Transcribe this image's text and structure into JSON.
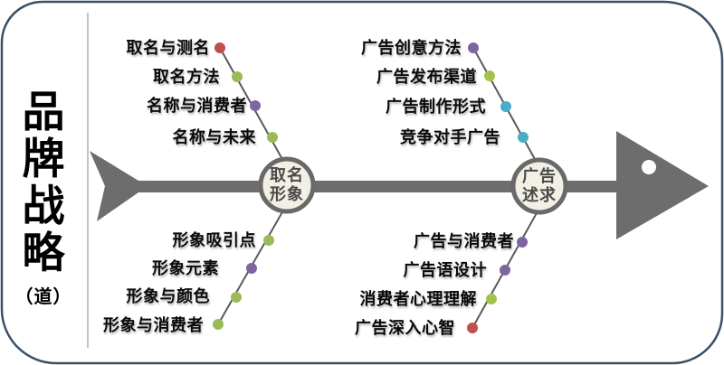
{
  "frame": {
    "border_color": "#3a5068",
    "divider_color": "#a9b2bf",
    "background": "#ffffff"
  },
  "title": {
    "text": "品牌战略",
    "subtitle": "（道）"
  },
  "spine": {
    "color": "#6d6d6d",
    "line_color": "#5a5a5a",
    "eye_color": "#ffffff"
  },
  "nodes_style": {
    "fill": "#f2f0e4",
    "stroke": "#696969"
  },
  "nodes": [
    {
      "label": "取名\n形象"
    },
    {
      "label": "广告\n述求"
    }
  ],
  "branches": {
    "top_left": {
      "items": [
        {
          "label": "取名与测名",
          "color": "#c0504d"
        },
        {
          "label": "取名方法",
          "color": "#9bbb59"
        },
        {
          "label": "名称与消费者",
          "color": "#8064a2"
        },
        {
          "label": "名称与未来",
          "color": "#9bbb59"
        }
      ]
    },
    "bottom_left": {
      "items": [
        {
          "label": "形象吸引点",
          "color": "#9bbb59"
        },
        {
          "label": "形象元素",
          "color": "#8064a2"
        },
        {
          "label": "形象与颜色",
          "color": "#9bbb59"
        },
        {
          "label": "形象与消费者",
          "color": "#9bbb59"
        }
      ]
    },
    "top_right": {
      "items": [
        {
          "label": "广告创意方法",
          "color": "#8064a2"
        },
        {
          "label": "广告发布渠道",
          "color": "#a5c24c"
        },
        {
          "label": "广告制作形式",
          "color": "#4bacc6"
        },
        {
          "label": "竞争对手广告",
          "color": "#4bacc6"
        }
      ]
    },
    "bottom_right": {
      "items": [
        {
          "label": "广告与消费者",
          "color": "#8064a2"
        },
        {
          "label": "广告语设计",
          "color": "#8064a2"
        },
        {
          "label": "消费者心理理解",
          "color": "#a5c24c"
        },
        {
          "label": "广告深入心智",
          "color": "#c0504d"
        }
      ]
    }
  }
}
